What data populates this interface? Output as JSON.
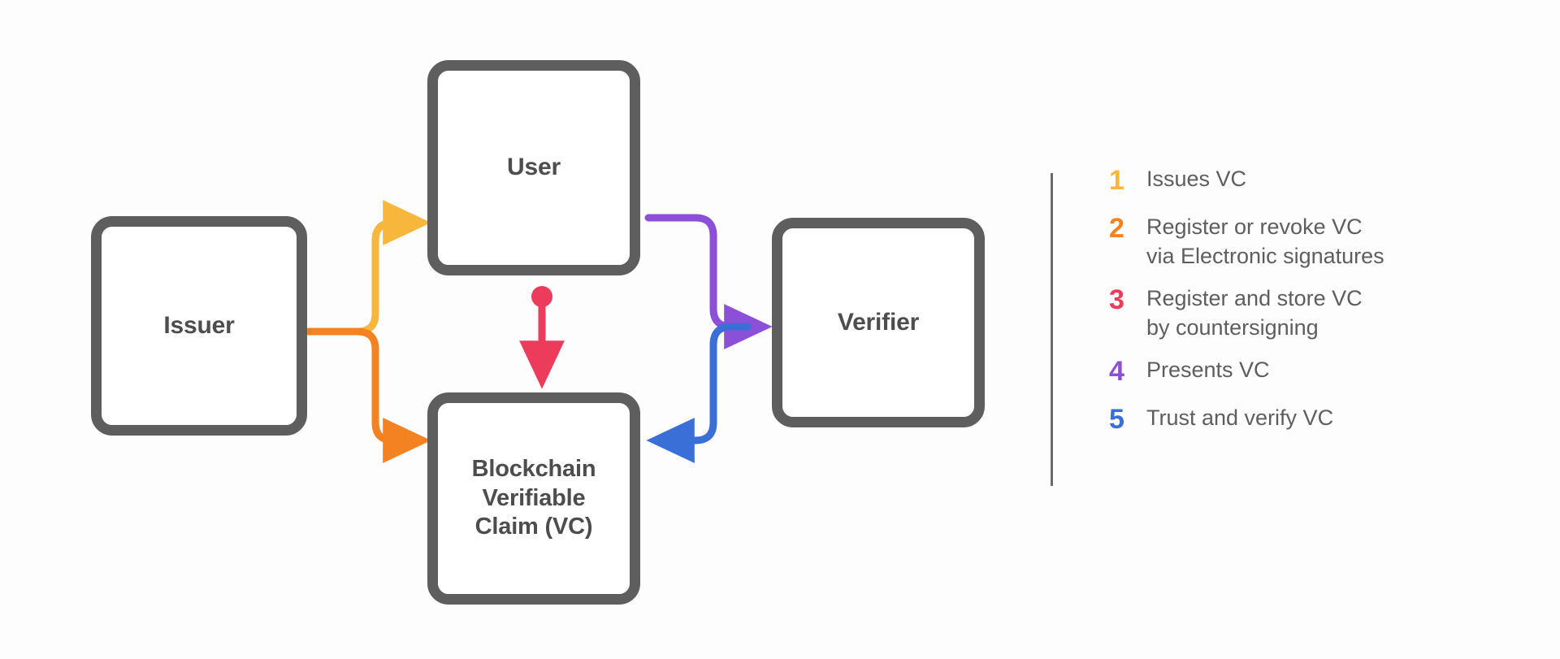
{
  "page": {
    "background_color": "#fdfdfd",
    "title": "Blockchain Verifiable Claim (VC) trust triangle flow"
  },
  "nodes": {
    "issuer": {
      "label": "Issuer",
      "border_color": "#5e5e5e",
      "fill": "#ffffff"
    },
    "user": {
      "label": "User",
      "border_color": "#5e5e5e",
      "fill": "#ffffff"
    },
    "vc": {
      "label": "Blockchain\nVerifiable\nClaim (VC)",
      "border_color": "#5e5e5e",
      "fill": "#ffffff"
    },
    "verifier": {
      "label": "Verifier",
      "border_color": "#5e5e5e",
      "fill": "#ffffff"
    }
  },
  "connectors": [
    {
      "id": "1",
      "from": "issuer",
      "to": "user",
      "color": "#f6b73c",
      "name": "issuer-to-user-arrow"
    },
    {
      "id": "2",
      "from": "issuer",
      "to": "vc",
      "color": "#f58220",
      "name": "issuer-to-vc-arrow"
    },
    {
      "id": "3",
      "from": "user",
      "to": "vc",
      "color": "#ed3b5b",
      "name": "user-to-vc-arrow"
    },
    {
      "id": "4",
      "from": "user",
      "to": "verifier",
      "color": "#8b4fd8",
      "name": "user-to-verifier-arrow"
    },
    {
      "id": "5",
      "from": "verifier",
      "to": "vc",
      "color": "#3a6fd8",
      "name": "verifier-to-vc-arrow"
    }
  ],
  "legend": {
    "divider_color": "#6b6b6b",
    "text_color": "#5e5e5e",
    "items": [
      {
        "number": "1",
        "color": "#f6b73c",
        "text": "Issues VC"
      },
      {
        "number": "2",
        "color": "#f58220",
        "text": "Register or revoke VC\nvia Electronic signatures"
      },
      {
        "number": "3",
        "color": "#ed3b5b",
        "text": "Register and store VC\nby countersigning"
      },
      {
        "number": "4",
        "color": "#8b4fd8",
        "text": "Presents VC"
      },
      {
        "number": "5",
        "color": "#3a6fd8",
        "text": "Trust and verify VC"
      }
    ]
  }
}
